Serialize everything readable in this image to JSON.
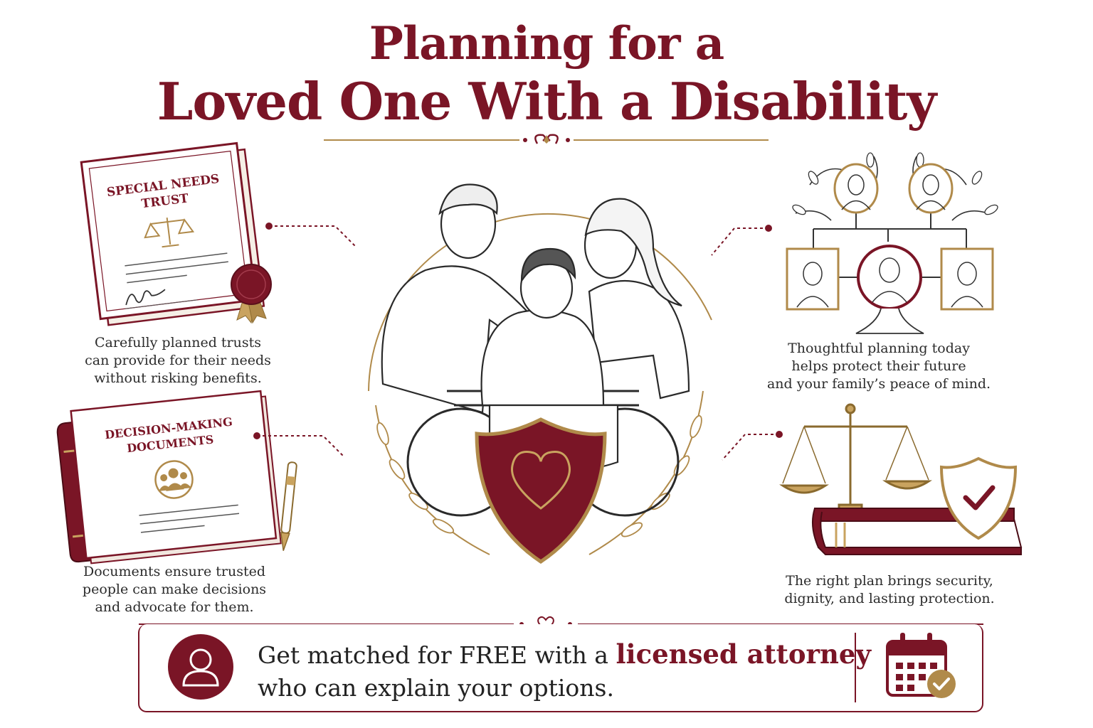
{
  "header": {
    "title_line1": "Planning for a",
    "title_line2": "Loved One With a Disability"
  },
  "cards": {
    "trust": {
      "doc_title_line1": "SPECIAL NEEDS",
      "doc_title_line2": "TRUST",
      "caption_line1": "Carefully planned trusts",
      "caption_line2": "can provide for their needs",
      "caption_line3": "without risking benefits."
    },
    "documents": {
      "doc_title_line1": "DECISION-MAKING",
      "doc_title_line2": "DOCUMENTS",
      "caption_line1": "Documents ensure trusted",
      "caption_line2": "people can make decisions",
      "caption_line3": "and advocate for them."
    },
    "family": {
      "caption_line1": "Thoughtful planning today",
      "caption_line2": "helps protect their future",
      "caption_line3": "and your family’s peace of mind."
    },
    "protection": {
      "caption_line1": "The right plan brings security,",
      "caption_line2": "dignity, and lasting protection."
    }
  },
  "cta": {
    "text_prefix": "Get matched for FREE with a ",
    "text_highlight": "licensed attorney",
    "text_line2": "who can explain your options."
  },
  "colors": {
    "primary": "#7a1526",
    "gold": "#b08a4a",
    "ink": "#2a2a2a"
  },
  "icons": [
    "balance-scale-icon",
    "wax-seal-icon",
    "people-group-icon",
    "pen-icon",
    "heart-shield-icon",
    "checkmark-shield-icon",
    "person-avatar-icon",
    "calendar-check-icon",
    "family-tree-icon"
  ]
}
